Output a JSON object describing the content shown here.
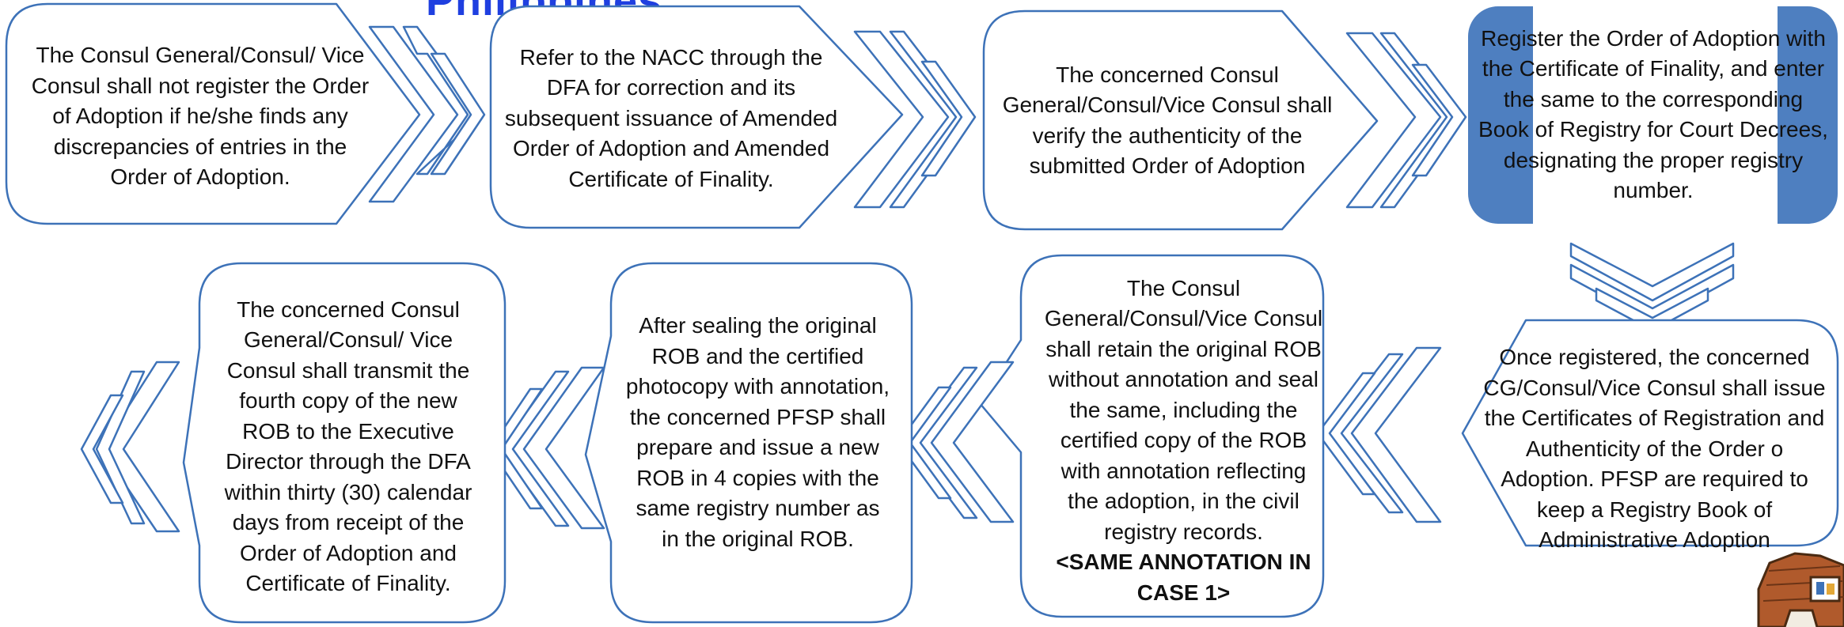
{
  "title": "Philippines",
  "boxes": [
    {
      "id": "b1",
      "text": "The Consul General/Consul/ Vice Consul shall not register the Order of Adoption if he/she finds any discrepancies of entries in the Order of Adoption."
    },
    {
      "id": "b2",
      "text": "Refer to the NACC through the DFA for correction and its subsequent issuance of Amended Order of Adoption and Amended Certificate of Finality."
    },
    {
      "id": "b3",
      "text": "The concerned Consul General/Consul/Vice Consul shall verify the authenticity of the submitted Order of Adoption"
    },
    {
      "id": "b4",
      "text": "Register the Order of Adoption with the Certificate of Finality, and enter the same to the corresponding Book of Registry for Court Decrees, designating the proper registry number."
    },
    {
      "id": "b5",
      "text": "Once registered, the concerned CG/Consul/Vice Consul shall issue the Certificates of Registration and Authenticity of the Order o Adoption.  PFSP are required to keep a Registry Book of Administrative Adoption"
    },
    {
      "id": "b6",
      "text": "The Consul General/Consul/Vice Consul shall retain the original ROB without annotation and seal the same, including the certified copy of the ROB with annotation reflecting the adoption, in the civil registry records.",
      "bold_suffix": "<SAME ANNOTATION IN CASE 1>"
    },
    {
      "id": "b7",
      "text": "After sealing the original ROB and the certified photocopy with annotation, the concerned PFSP shall prepare and issue a new ROB in 4 copies with the same registry number as in the original ROB."
    },
    {
      "id": "b8",
      "text": "The concerned Consul General/Consul/ Vice Consul shall transmit the fourth copy of the new ROB to the Executive Director through the DFA within thirty (30) calendar days from receipt of the Order of Adoption and Certificate of Finality."
    }
  ],
  "colors": {
    "outline": "#3d72b8",
    "highlight_fill": "#4e7fc0",
    "text": "#111111",
    "title": "#1f3fe0"
  },
  "icons": [
    "hut-icon"
  ]
}
